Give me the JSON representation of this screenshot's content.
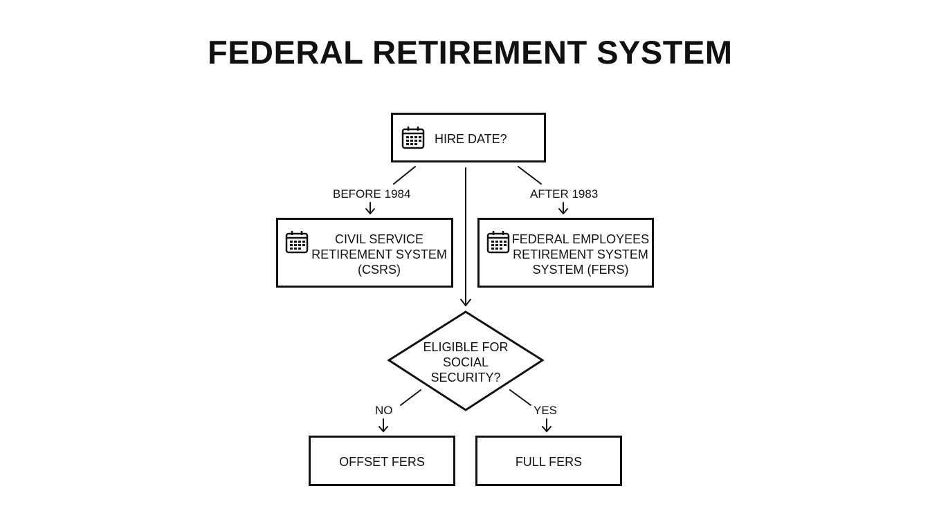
{
  "title": "FEDERAL RETIREMENT SYSTEM",
  "nodes": {
    "hire_date": {
      "label": "HIRE DATE?",
      "icon": "calendar-icon"
    },
    "csrs": {
      "lines": [
        "CIVIL SERVICE",
        "RETIREMENT SYSTEM",
        "(CSRS)"
      ],
      "icon": "calendar-icon"
    },
    "fers": {
      "lines": [
        "FEDERAL EMPLOYEES",
        "RETIREMENT SYSTEM",
        "SYSTEM (FERS)"
      ],
      "icon": "calendar-icon"
    },
    "social_security": {
      "lines": [
        "ELIGIBLE FOR",
        "SOCIAL",
        "SECURITY?"
      ]
    },
    "offset_fers": {
      "label": "OFFSET FERS"
    },
    "full_fers": {
      "label": "FULL FERS"
    }
  },
  "edges": {
    "before": {
      "label": "BEFORE 1984"
    },
    "after": {
      "label": "AFTER 1983"
    },
    "no": {
      "label": "NO"
    },
    "yes": {
      "label": "YES"
    }
  },
  "colors": {
    "stroke": "#111111",
    "background": "#ffffff"
  }
}
